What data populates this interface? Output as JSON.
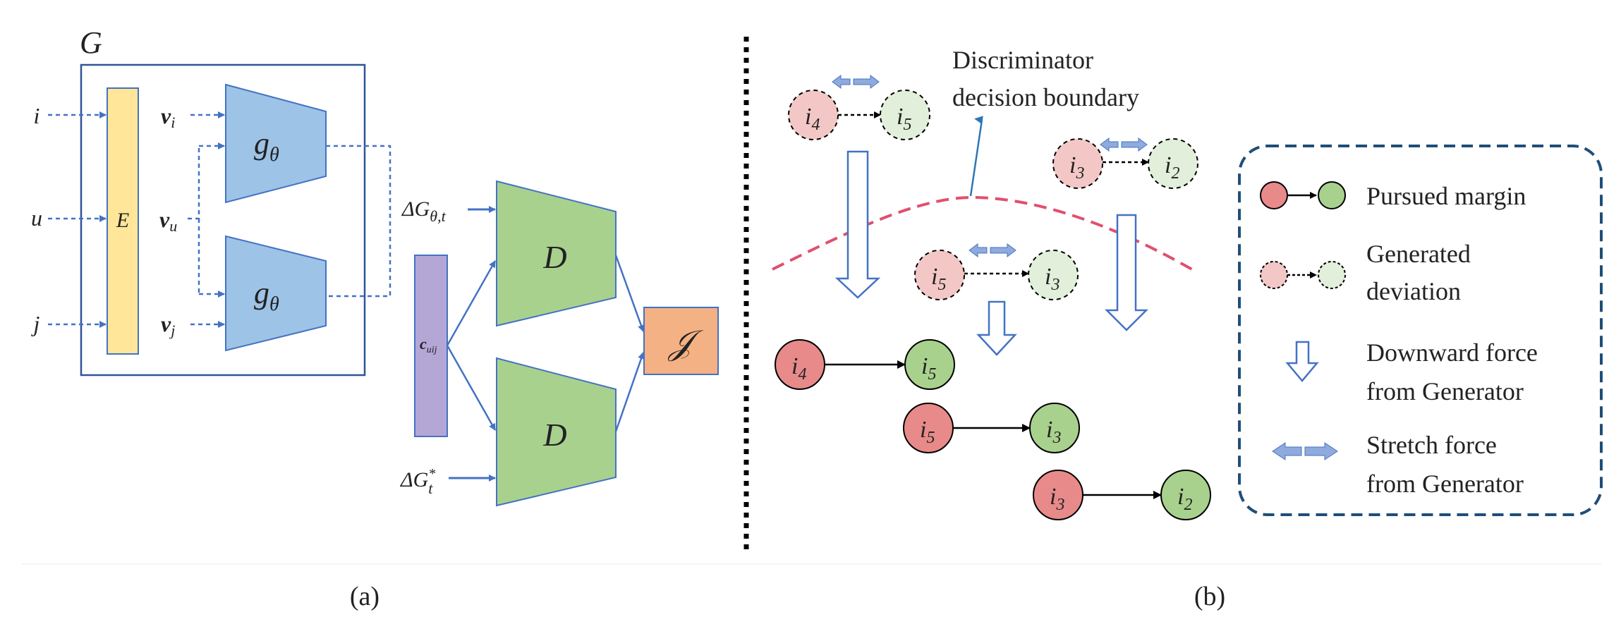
{
  "panel_a": {
    "caption": "(a)",
    "generator_label": "G",
    "inputs": {
      "i": "i",
      "u": "u",
      "j": "j"
    },
    "embedding_label": "E",
    "vectors": {
      "v_i_base": "v",
      "v_i_sub": "i",
      "v_u_base": "v",
      "v_u_sub": "u",
      "v_j_base": "v",
      "v_j_sub": "j"
    },
    "g_theta_base": "g",
    "g_theta_sub": "θ",
    "delta_g_theta": {
      "prefix": "ΔG",
      "sub": "θ,t"
    },
    "delta_g_star": {
      "prefix": "ΔG",
      "sup": "*",
      "sub": "t"
    },
    "c_uij": {
      "base": "c",
      "sub": "uij"
    },
    "discriminator_label": "D",
    "objective_label": "𝒥"
  },
  "panel_b": {
    "caption": "(b)",
    "boundary_label_line1": "Discriminator",
    "boundary_label_line2": "decision boundary",
    "node_base": "i",
    "legend": {
      "pursued": "Pursued margin",
      "generated_line1": "Generated",
      "generated_line2": "deviation",
      "downward_line1": "Downward force",
      "downward_line2": "from Generator",
      "stretch_line1": "Stretch force",
      "stretch_line2": "from Generator"
    },
    "dashed_pairs": [
      {
        "from": "4",
        "to": "5"
      },
      {
        "from": "3",
        "to": "2"
      },
      {
        "from": "5",
        "to": "3"
      }
    ],
    "solid_pairs": [
      {
        "from": "4",
        "to": "5"
      },
      {
        "from": "5",
        "to": "3"
      },
      {
        "from": "3",
        "to": "2"
      }
    ]
  },
  "colors": {
    "arrow_blue": "#4472c4",
    "embedding_yellow": "#ffe699",
    "generator_blue": "#9dc3e6",
    "discriminator_green": "#a9d18e",
    "context_purple": "#b4a7d6",
    "objective_orange": "#f4b183",
    "node_red": "#e88a8a",
    "node_green": "#a9d18e",
    "boundary_red": "#e0506e",
    "legend_border": "#1f4e79"
  }
}
